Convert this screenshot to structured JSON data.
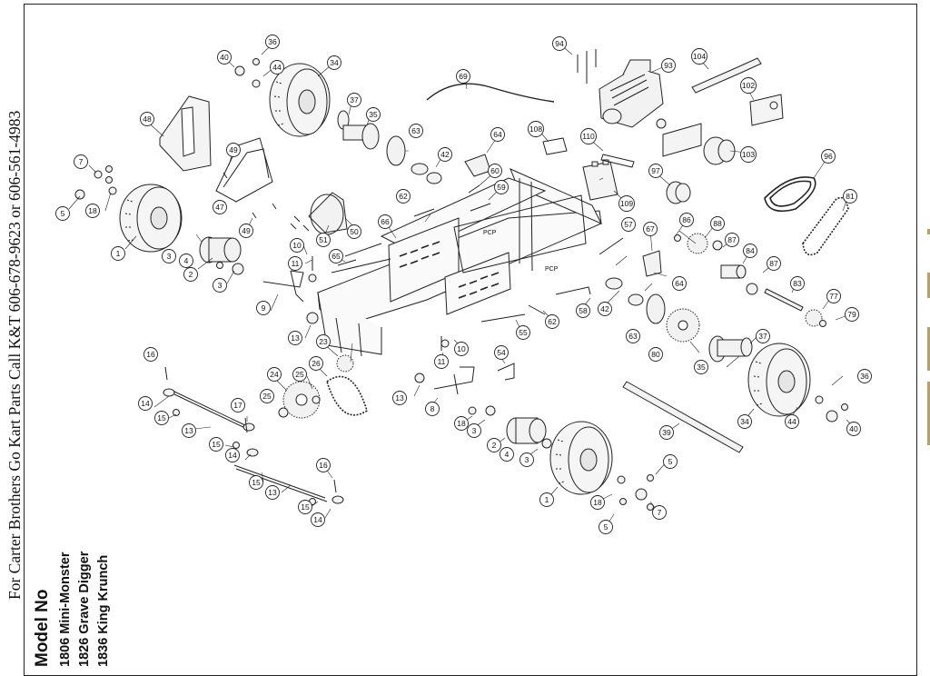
{
  "contact": "For Carter Brothers Go Kart Parts Call K&T 606-678-9623 or 606-561-4983",
  "models": {
    "title": "Model No",
    "items": [
      "1806 Mini-Monster",
      "1826 Grave Digger",
      "1836 King Krunch"
    ]
  },
  "callouts": [
    "1",
    "2",
    "3",
    "4",
    "5",
    "7",
    "8",
    "9",
    "10",
    "11",
    "13",
    "14",
    "15",
    "16",
    "17",
    "18",
    "23",
    "24",
    "25",
    "26",
    "34",
    "35",
    "36",
    "37",
    "39",
    "40",
    "42",
    "44",
    "47",
    "48",
    "49",
    "50",
    "51",
    "54",
    "55",
    "57",
    "58",
    "59",
    "60",
    "62",
    "63",
    "64",
    "65",
    "66",
    "67",
    "69",
    "77",
    "79",
    "80",
    "81",
    "83",
    "84",
    "86",
    "87",
    "88",
    "93",
    "94",
    "96",
    "97",
    "102",
    "103",
    "104",
    "108",
    "109",
    "110"
  ],
  "colors": {
    "line": "#222222",
    "part_fill": "#f2f2f2",
    "tire_fill": "#f5f5f5",
    "edge_accent": "#b9a06a"
  }
}
